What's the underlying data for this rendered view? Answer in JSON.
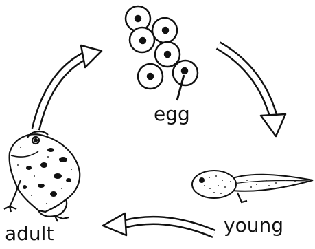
{
  "stages": [
    {
      "id": "egg",
      "label": "egg",
      "order": 1
    },
    {
      "id": "young",
      "label": "young",
      "order": 2
    },
    {
      "id": "adult",
      "label": "adult",
      "order": 3
    }
  ],
  "cycle_arrows": [
    {
      "from": "egg",
      "to": "young"
    },
    {
      "from": "young",
      "to": "adult"
    },
    {
      "from": "adult",
      "to": "egg"
    }
  ],
  "illustrations": {
    "egg": "frog-egg-cluster",
    "young": "tadpole",
    "adult": "frog"
  },
  "colors": {
    "ink": "#111111",
    "background": "#ffffff",
    "speckle": "#333333"
  }
}
